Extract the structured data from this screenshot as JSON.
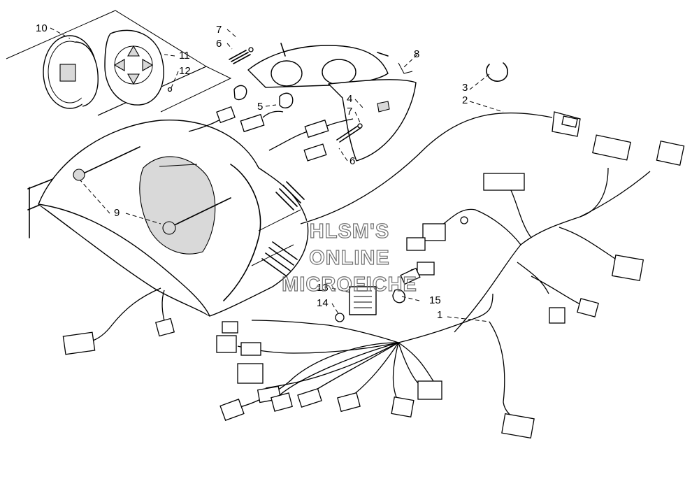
{
  "callouts": {
    "c1": "1",
    "c2": "2",
    "c3": "3",
    "c4": "4",
    "c5": "5",
    "c6a": "6",
    "c6b": "6",
    "c7a": "7",
    "c7b": "7",
    "c8": "8",
    "c9": "9",
    "c10": "10",
    "c11": "11",
    "c12": "12",
    "c13": "13",
    "c14": "14",
    "c15": "15"
  },
  "watermark": {
    "line1": "HLSM'S",
    "line2": "ONLINE",
    "line3": "MICROFICHE"
  }
}
